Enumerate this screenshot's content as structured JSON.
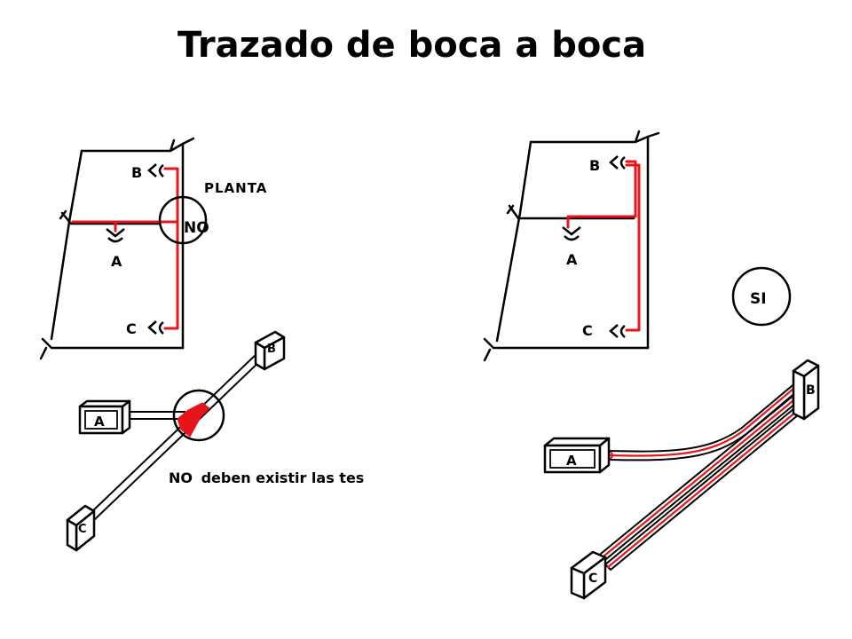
{
  "title": "Trazado de boca a boca",
  "left_diagram": {
    "outlet_b": "B",
    "outlet_a": "A",
    "outlet_c": "C",
    "plan_label": "PLANTA",
    "bad_marker": "NO",
    "box_a": "A",
    "box_b": "B",
    "box_c": "C",
    "caption_no": "NO",
    "caption_rest": "deben existir las tes"
  },
  "right_diagram": {
    "outlet_b": "B",
    "outlet_a": "A",
    "outlet_c": "C",
    "good_marker": "SI",
    "box_a": "A",
    "box_b": "B",
    "box_c": "C"
  },
  "colors": {
    "wire": "#e8141b",
    "line": "#000000"
  }
}
